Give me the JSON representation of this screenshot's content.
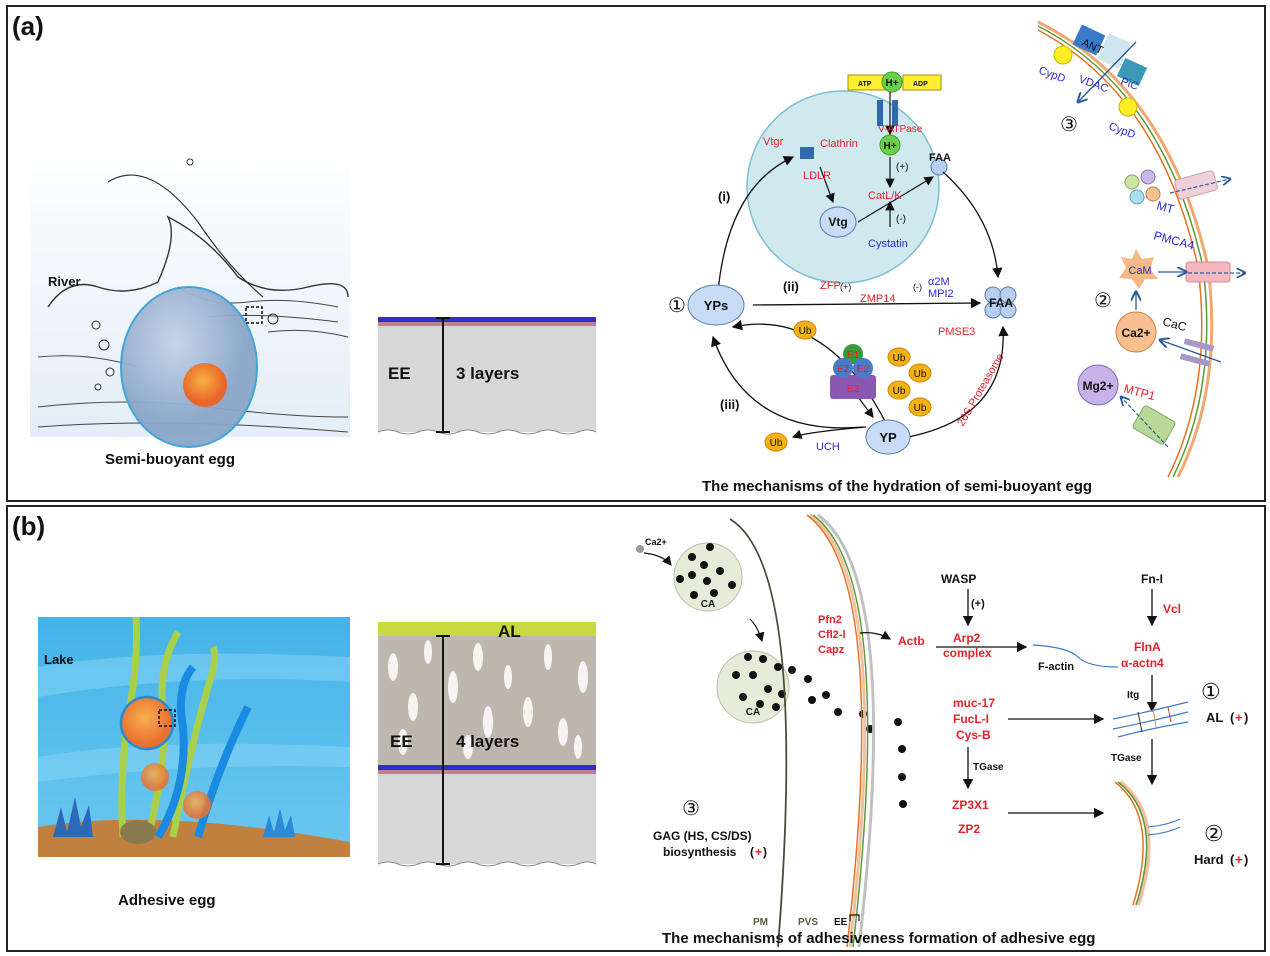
{
  "panel_a": {
    "label": "(a)",
    "egg_caption": "Semi-buoyant egg",
    "habitat_label": "River",
    "ee_label": "EE",
    "layers_label": "3 layers",
    "mechanism_caption": "The mechanisms of the hydration of semi-buoyant egg",
    "lysosome": {
      "atp": "ATP",
      "adp": "ADP",
      "h_plus": "H+",
      "vatpase": "V-ATPase",
      "vtgr": "Vtgr",
      "clathrin": "Clathrin",
      "ldlr": "LDLR",
      "vtg": "Vtg",
      "catlk": "CatL/K",
      "cystatin": "Cystatin",
      "faa": "FAA",
      "plus": "(+)",
      "minus": "(-)"
    },
    "pathways": {
      "marker": "①",
      "i": "(i)",
      "ii": "(ii)",
      "iii": "(iii)",
      "yps": "YPs",
      "yp": "YP",
      "faa": "FAA",
      "zfp": "ZFP",
      "zmp14": "ZMP14",
      "a2m": "α2M",
      "mpi2": "MPI2",
      "plus": "(+)",
      "minus": "(-)",
      "ub": "Ub",
      "e1": "E1",
      "e2": "E2",
      "e3": "E3",
      "uch": "UCH",
      "pmse3": "PMSE3",
      "proteasome": "26S Proteasome"
    },
    "membrane": {
      "marker3": "③",
      "marker2": "②",
      "ant": "ANT",
      "cypd": "CypD",
      "vdac": "VDAC",
      "pic": "PiC",
      "mt": "MT",
      "pmca4": "PMCA4",
      "cam": "CaM",
      "ca": "Ca2+",
      "cac": "CaC",
      "mg": "Mg2+",
      "mtp1": "MTP1"
    }
  },
  "panel_b": {
    "label": "(b)",
    "egg_caption": "Adhesive egg",
    "habitat_label": "Lake",
    "al_label": "AL",
    "ee_label": "EE",
    "layers_label": "4 layers",
    "mechanism_caption": "The mechanisms of adhesiveness formation of adhesive egg",
    "cell": {
      "ca_ion": "Ca2+",
      "ca": "CA",
      "marker3": "③",
      "gag_line1": "GAG (HS, CS/DS)",
      "gag_line2": "biosynthesis",
      "gag_plus": "+",
      "pm": "PM",
      "pvs": "PVS",
      "ee": "EE"
    },
    "cytoskeleton": {
      "pfn2": "Pfn2",
      "cfl2": "Cfl2-l",
      "capz": "Capz",
      "actb": "Actb",
      "wasp": "WASP",
      "plus": "(+)",
      "arp2": "Arp2",
      "complex": "complex",
      "factin": "F-actin",
      "fni": "Fn-I",
      "vcl": "Vcl",
      "flna": "FlnA",
      "actn4": "α-actn4",
      "itg": "Itg",
      "muc17": "muc-17",
      "fucl": "FucL-I",
      "cysb": "Cys-B",
      "tgase1": "TGase",
      "tgase2": "TGase",
      "zp3x1": "ZP3X1",
      "zp2": "ZP2",
      "marker1": "①",
      "al": "AL",
      "marker2": "②",
      "hard": "Hard",
      "plus_red": "+"
    }
  },
  "colors": {
    "red": "#e8202a",
    "blue": "#2a2ad0",
    "cell_fill": "#cfe9ef",
    "ub": "#f5b014",
    "cloud": "#c9dcf5",
    "ca_fill": "#e6ecd9"
  }
}
